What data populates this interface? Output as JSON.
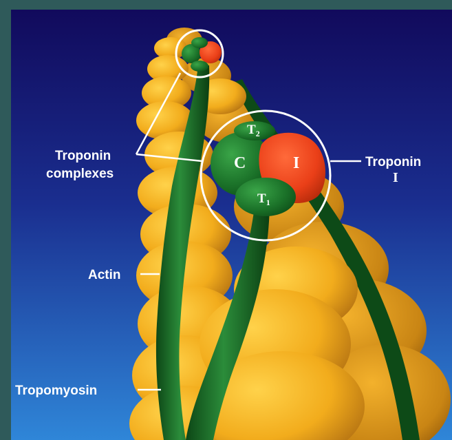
{
  "labels": {
    "troponin_complexes_line1": "Troponin",
    "troponin_complexes_line2": "complexes",
    "troponin_i_line1": "Troponin",
    "troponin_i_line2": "I",
    "actin": "Actin",
    "tropomyosin": "Tropomyosin"
  },
  "subunits": {
    "c": "C",
    "i": "I",
    "t2": "T2",
    "t1": "T1"
  },
  "colors": {
    "background_top": "#120a5e",
    "background_bottom": "#2a7fd0",
    "frame": "#2f5a5a",
    "actin": "#f2b21f",
    "actin_shadow": "#b07a12",
    "tropomyosin": "#1e6e2a",
    "troponin_c": "#1f7a2c",
    "troponin_i": "#e8401c",
    "circle": "#ffffff"
  }
}
